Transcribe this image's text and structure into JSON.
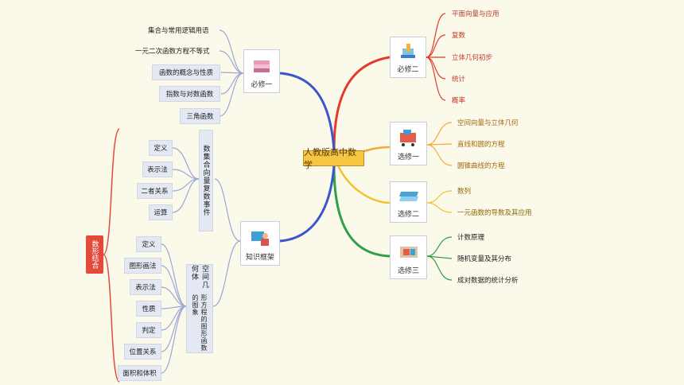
{
  "root": {
    "label": "人教版高中数学"
  },
  "branches": {
    "bixiu2": {
      "label": "必修二",
      "color": "#e23b2a",
      "items": [
        "平面向量与应用",
        "复数",
        "立体几何初步",
        "统计",
        "概率"
      ]
    },
    "xuanxiu1": {
      "label": "选修一",
      "color": "#f0a93a",
      "items": [
        "空间向量与立体几何",
        "直线和圆的方程",
        "圆锥曲线的方程"
      ]
    },
    "xuanxiu2": {
      "label": "选修二",
      "color": "#f2c12e",
      "items": [
        "数列",
        "一元函数的导数及其应用"
      ]
    },
    "xuanxiu3": {
      "label": "选修三",
      "color": "#2fa04a",
      "items": [
        "计数原理",
        "随机变量及其分布",
        "成对数据的统计分析"
      ]
    },
    "bixiu1": {
      "label": "必修一",
      "color": "#3b56c9",
      "items": [
        "集合与常用逻辑用语",
        "一元二次函数方程不等式",
        "函数的概念与性质",
        "指数与对数函数",
        "三角函数"
      ]
    },
    "zhishi": {
      "label": "知识框架",
      "color": "#3b56c9",
      "group1": {
        "label": "数集合向量复数事件",
        "items": [
          "定义",
          "表示法",
          "二者关系",
          "运算"
        ]
      },
      "group2": {
        "label_a": "空间几何体",
        "label_b": "形方程的图形函数的图象",
        "items": [
          "定义",
          "图形画法",
          "表示法",
          "性质",
          "判定",
          "位置关系",
          "面积和体积"
        ]
      }
    }
  },
  "side": {
    "label": "数形结合",
    "color": "#e34a3a"
  },
  "colors": {
    "background": "#fbf9ea",
    "root_fill": "#f7c744",
    "leaf_box": "#e3e8f2",
    "connector": "#9aa6d8"
  }
}
